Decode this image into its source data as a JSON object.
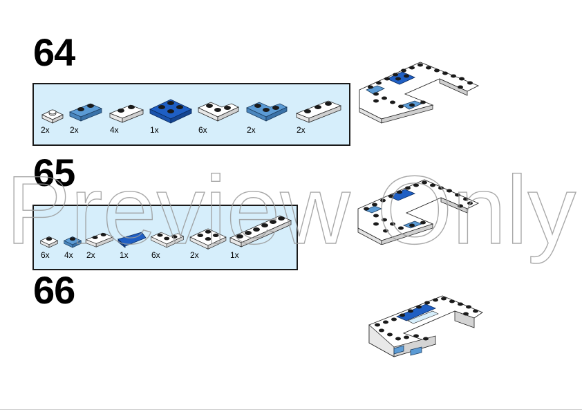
{
  "steps": [
    {
      "number": "64",
      "parts": [
        {
          "qty": "2x",
          "icon": "plate-1x1-white"
        },
        {
          "qty": "2x",
          "icon": "plate-1x2-medium-blue"
        },
        {
          "qty": "4x",
          "icon": "plate-1x2-white"
        },
        {
          "qty": "1x",
          "icon": "plate-2x2-blue"
        },
        {
          "qty": "6x",
          "icon": "plate-2x2-corner-white"
        },
        {
          "qty": "2x",
          "icon": "plate-2x2-corner-medium-blue"
        },
        {
          "qty": "2x",
          "icon": "plate-1x3-white"
        }
      ]
    },
    {
      "number": "65",
      "parts": [
        {
          "qty": "6x",
          "icon": "plate-1x1-white"
        },
        {
          "qty": "4x",
          "icon": "plate-1x1-medium-blue"
        },
        {
          "qty": "2x",
          "icon": "plate-1x2-white"
        },
        {
          "qty": "1x",
          "icon": "plate-1x2-blue-sloped"
        },
        {
          "qty": "6x",
          "icon": "plate-2x2-corner-white"
        },
        {
          "qty": "2x",
          "icon": "plate-2x2-white"
        },
        {
          "qty": "1x",
          "icon": "plate-1x6-white"
        }
      ]
    },
    {
      "number": "66",
      "parts": []
    }
  ],
  "watermark": "Preview Only",
  "colors": {
    "parts_box_bg": "#d6eefb",
    "white_brick": "#ffffff",
    "medium_blue": "#5b9bd5",
    "blue": "#1f5fc4",
    "stud_dark": "#1a1a1a"
  }
}
